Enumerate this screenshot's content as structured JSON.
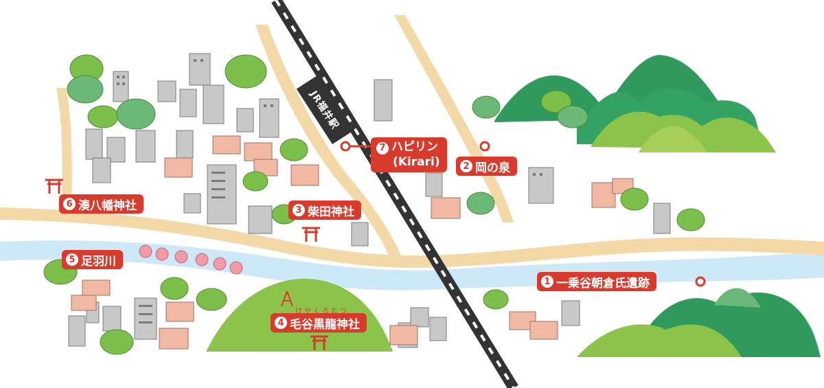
{
  "station": "JR福井駅",
  "ruby": "けやくろたつ",
  "places": [
    {
      "num": "1",
      "name": "一乗谷朝倉氏遺跡"
    },
    {
      "num": "2",
      "name": "岡の泉"
    },
    {
      "num": "3",
      "name": "柴田神社"
    },
    {
      "num": "4",
      "name": "毛谷黒龍神社"
    },
    {
      "num": "5",
      "name": "足羽川"
    },
    {
      "num": "6",
      "name": "湊八幡神社"
    },
    {
      "num": "7",
      "name": "ハピリン",
      "sub": "(Kirari)"
    }
  ],
  "colors": {
    "label": "#d83a2b",
    "river": "#cde9f7",
    "road": "#f4d9a8",
    "mountain_dark": "#2f9a5c",
    "mountain_light": "#8cc44b",
    "tree": "#7cbf4a",
    "building": "#c8c8c8",
    "house_roof": "#f1b9a4",
    "blossom": "#ee9aa7",
    "rail": "#333333"
  }
}
